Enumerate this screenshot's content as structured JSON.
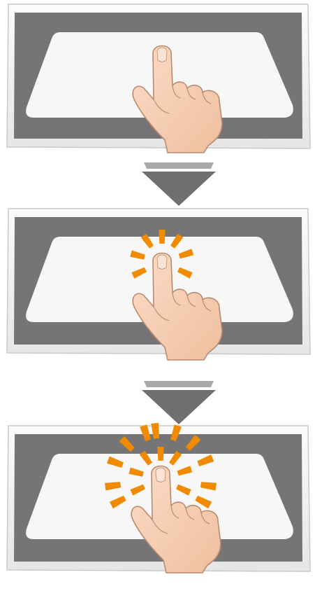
{
  "colors": {
    "background": "#ffffff",
    "panel_frame": "#f4f4f4",
    "panel_frame_edge": "#c9c9c9",
    "screen_dark": "#757575",
    "screen_light": "#f7f7f7",
    "arrow": "#6f6f6f",
    "arrow_stripe": "#a9a9a9",
    "skin": "#f5cdb0",
    "skin_outline": "#b98a6d",
    "nail": "#fbe4d5",
    "burst": "#f08a00"
  },
  "steps": [
    {
      "step": 1,
      "icon": "finger-touch-icon",
      "burst_rings": 0
    },
    {
      "step": 2,
      "icon": "finger-tap-icon",
      "burst_rings": 1
    },
    {
      "step": 3,
      "icon": "finger-double-tap-icon",
      "burst_rings": 2
    }
  ],
  "arrows": [
    {
      "icon": "down-arrow-icon"
    },
    {
      "icon": "down-arrow-icon"
    }
  ]
}
